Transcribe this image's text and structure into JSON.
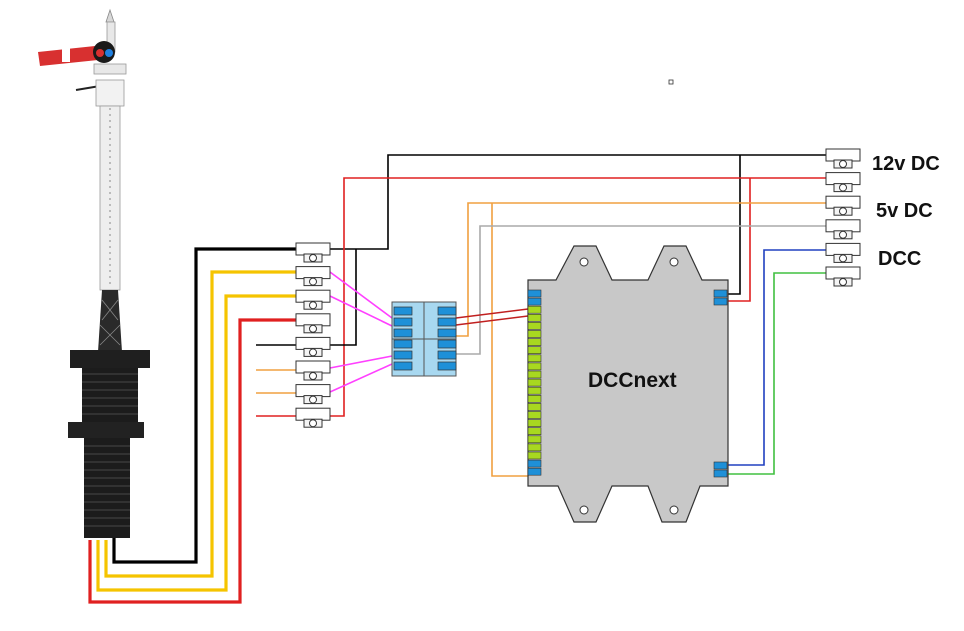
{
  "labels": {
    "supply_12v": "12v DC",
    "supply_5v": "5v DC",
    "supply_dcc": "DCC",
    "board_name": "DCCnext"
  },
  "colors": {
    "wire_black": "#000000",
    "wire_red": "#e02020",
    "wire_yellow": "#f5c400",
    "wire_orange": "#f0a040",
    "wire_grey": "#aaaaaa",
    "wire_magenta": "#ff40ff",
    "wire_blue": "#2040c0",
    "wire_green": "#40c040",
    "board_fill": "#c8c8c8",
    "pin_blue": "#1e90d8",
    "pin_green": "#a8d820",
    "connector_fill": "#a8d8f0"
  },
  "icons": {
    "signal": "semaphore-signal-icon",
    "terminal": "terminal-block-icon",
    "board": "dccnext-board-icon"
  }
}
